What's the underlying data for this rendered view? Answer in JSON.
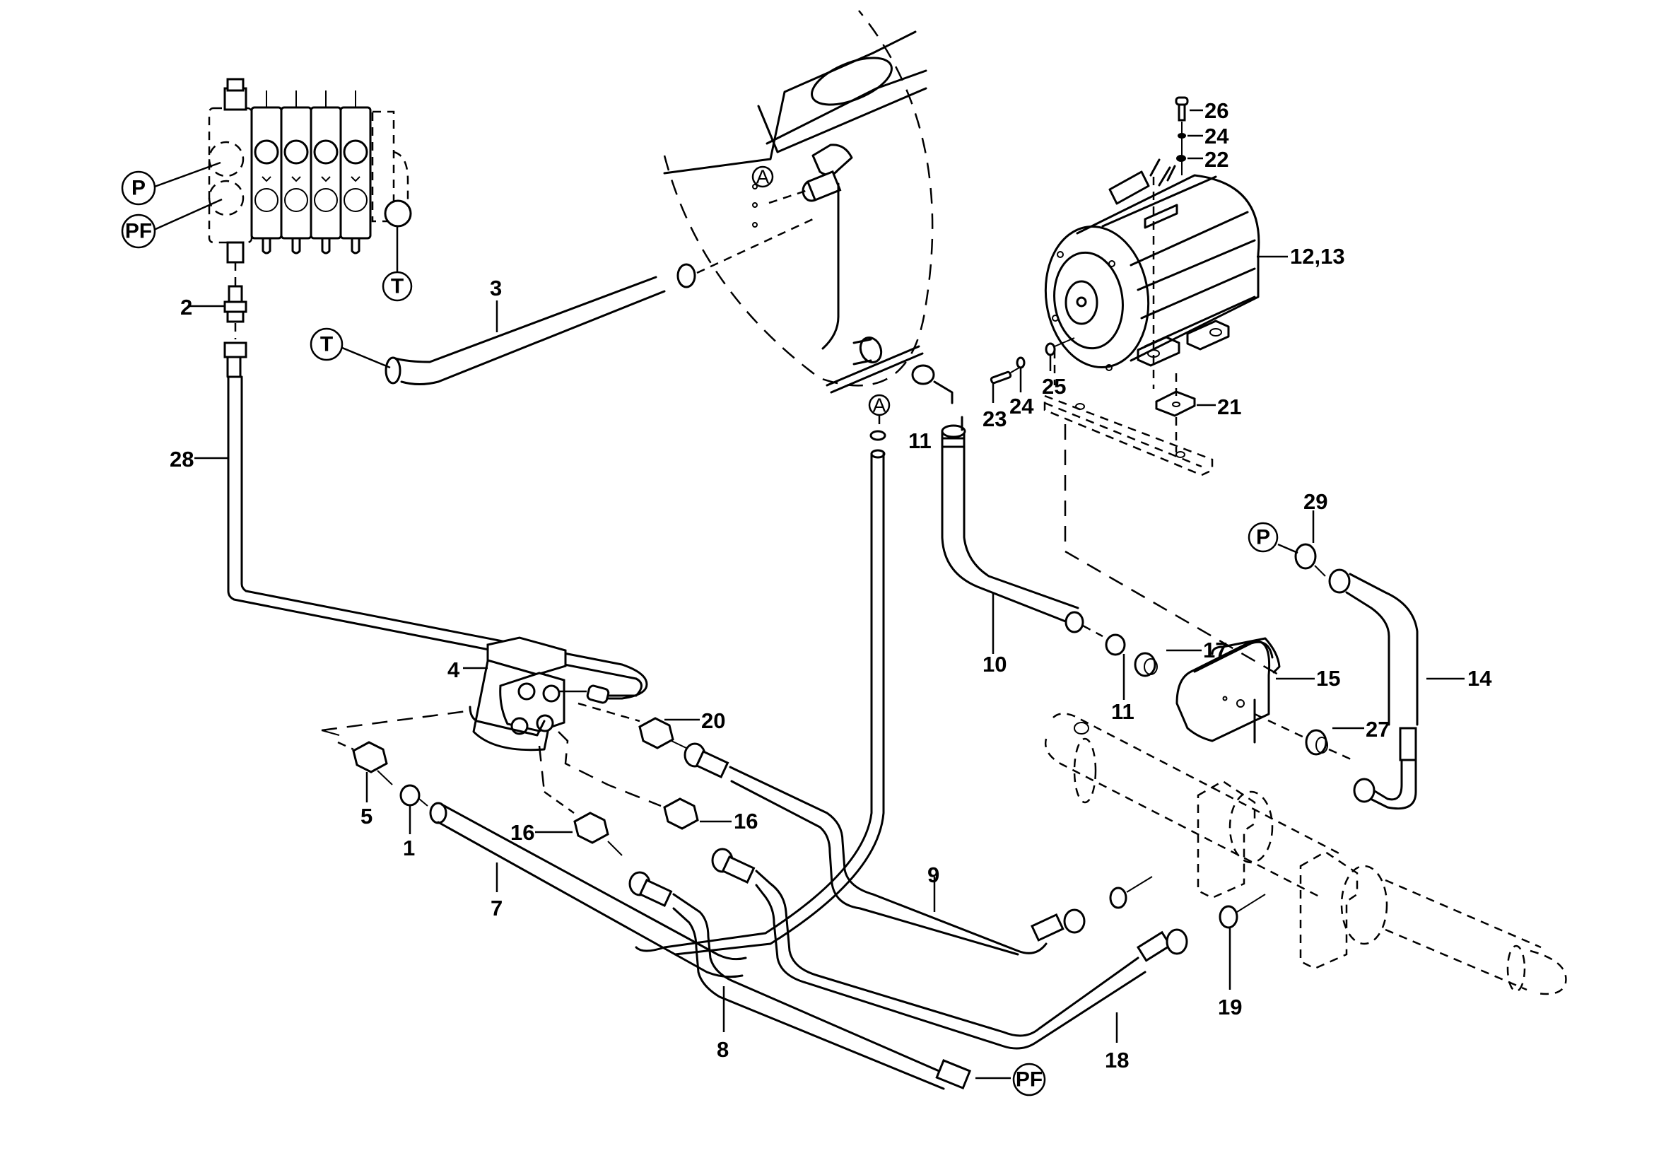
{
  "diagram": {
    "type": "exploded-parts-diagram",
    "subject": "hydraulic steering / pump circuit",
    "colors": {
      "line": "#000000",
      "background": "#ffffff"
    },
    "callouts": {
      "c1": "1",
      "c2": "2",
      "c3": "3",
      "c4": "4",
      "c5": "5",
      "c7": "7",
      "c8": "8",
      "c9": "9",
      "c10": "10",
      "c11a": "11",
      "c11b": "11",
      "c12_13": "12,13",
      "c14": "14",
      "c15": "15",
      "c16a": "16",
      "c16b": "16",
      "c17": "17",
      "c18": "18",
      "c19": "19",
      "c20": "20",
      "c21": "21",
      "c22": "22",
      "c23": "23",
      "c24a": "24",
      "c24b": "24",
      "c25": "25",
      "c26": "26",
      "c27": "27",
      "c28": "28",
      "c29": "29"
    },
    "ports": {
      "p_valve": "P",
      "pf_valve": "PF",
      "t_valve": "T",
      "t_return": "T",
      "p_pump": "P",
      "pf_outlet": "PF",
      "a_tank": "A",
      "a_pipe": "A"
    },
    "components": [
      {
        "id": "control-valve",
        "label": "4-section directional control valve"
      },
      {
        "id": "steering-unit",
        "callout": "4",
        "label": "steering unit"
      },
      {
        "id": "electric-motor",
        "callout": "12,13",
        "label": "electric motor"
      },
      {
        "id": "hydraulic-pump",
        "callout": "15",
        "label": "gear pump"
      },
      {
        "id": "tank",
        "label": "hydraulic tank (detail view)"
      },
      {
        "id": "steering-cylinder",
        "label": "steering cylinder (phantom)"
      },
      {
        "id": "motor-bracket",
        "label": "motor mounting bracket (phantom)"
      }
    ]
  }
}
